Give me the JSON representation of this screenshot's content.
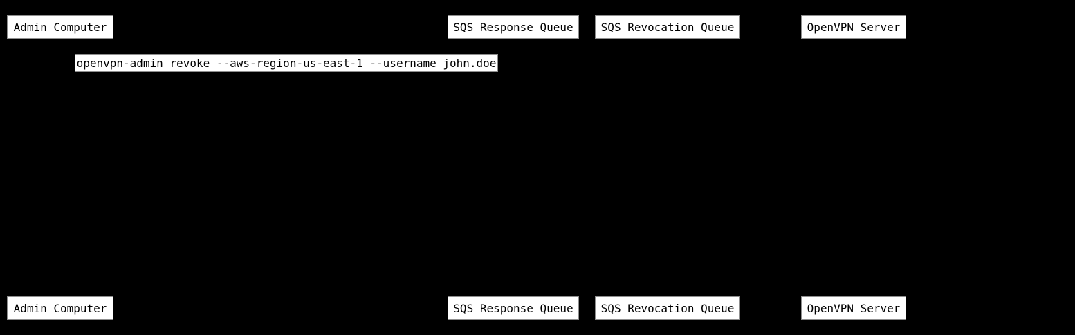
{
  "diagram": {
    "type": "sequence-diagram",
    "colors": {
      "background": "#000000",
      "box_fill": "#ffffff",
      "box_text": "#000000"
    },
    "participants": [
      {
        "label": "Admin Computer"
      },
      {
        "label": "SQS Response Queue"
      },
      {
        "label": "SQS Revocation Queue"
      },
      {
        "label": "OpenVPN Server"
      }
    ],
    "messages": [
      {
        "text": "openvpn-admin revoke --aws-region-us-east-1 --username john.doe"
      }
    ]
  }
}
